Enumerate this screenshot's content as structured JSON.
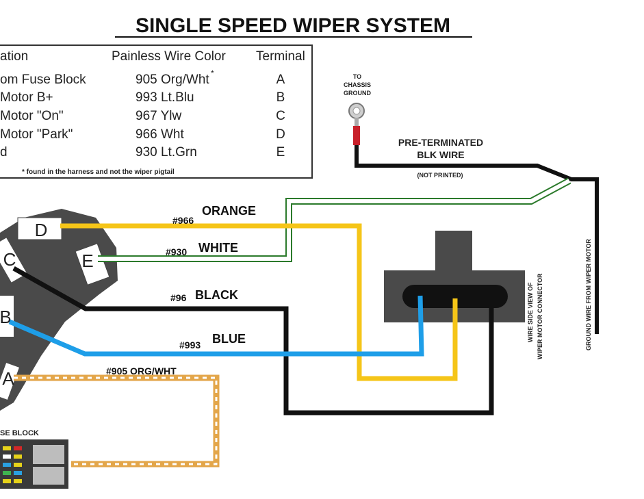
{
  "title": "SINGLE SPEED WIPER SYSTEM",
  "table": {
    "headers": [
      "ation",
      "Painless Wire Color",
      "Terminal"
    ],
    "rows": [
      {
        "function": "om Fuse Block",
        "color": "905 Org/Wht",
        "terminal": "A"
      },
      {
        "function": "Motor B+",
        "color": "993 Lt.Blu",
        "terminal": "B"
      },
      {
        "function": "Motor \"On\"",
        "color": "967 Ylw",
        "terminal": "C"
      },
      {
        "function": "Motor \"Park\"",
        "color": "966 Wht",
        "terminal": "D"
      },
      {
        "function": "d",
        "color": "930 Lt.Grn",
        "terminal": "E"
      }
    ],
    "asterisk": "*",
    "footnote": "* found in the harness and not the wiper pigtail"
  },
  "ground": {
    "label_line1": "TO",
    "label_line2": "CHASSIS",
    "label_line3": "GROUND",
    "wire_label_line1": "PRE-TERMINATED",
    "wire_label_line2": "BLK WIRE",
    "wire_note": "(NOT PRINTED)",
    "vertical_label": "GROUND WIRE FROM WIPER MOTOR"
  },
  "connector": {
    "vertical_label_line1": "WIRE SIDE VIEW OF",
    "vertical_label_line2": "WIPER MOTOR CONNECTOR"
  },
  "switch_terminals": [
    "D",
    "C",
    "E",
    "B",
    "A"
  ],
  "wires": [
    {
      "number": "#966",
      "name": "ORANGE",
      "color": "#f5c518"
    },
    {
      "number": "#930",
      "name": "WHITE",
      "color": "#ffffff"
    },
    {
      "number": "#96",
      "name": "BLACK",
      "color": "#111111"
    },
    {
      "number": "#993",
      "name": "BLUE",
      "color": "#1e9ee8"
    },
    {
      "number": "#905 ORG/WHT",
      "name": "",
      "color": "#e3a64a"
    }
  ],
  "fuse_block_label": "SE BLOCK"
}
